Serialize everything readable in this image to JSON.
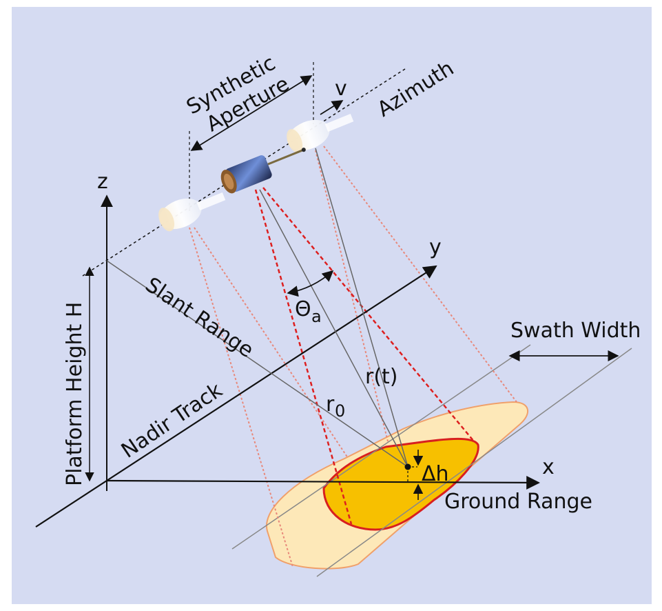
{
  "colors": {
    "background": "#d5dbf2",
    "axis": "#111111",
    "beam_edge": "#e8887a",
    "beam_center": "#dd1f1f",
    "outer_footprint": "#fde8b8",
    "outer_footprint_edge": "#f0a06a",
    "inner_footprint": "#f7c000",
    "inner_footprint_edge": "#d81f1f",
    "slant_line": "#666666"
  },
  "labels": {
    "synthetic": "Synthetic",
    "aperture": "Aperture",
    "velocity": "v",
    "azimuth": "Azimuth",
    "z_axis": "z",
    "y_axis": "y",
    "x_axis": "x",
    "platform_height": "Platform Height H",
    "slant_range": "Slant Range",
    "theta": "Θ",
    "theta_sub": "a",
    "swath_width": "Swath Width",
    "r_t": "r(t)",
    "r0": "r",
    "r0_sub": "0",
    "nadir_track": "Nadir Track",
    "delta_h": "Δh",
    "ground_range": "Ground Range"
  },
  "icons": {
    "satellite_center": "satellite-icon",
    "satellite_left_ghost": "satellite-ghost-icon",
    "satellite_right_ghost": "satellite-ghost-icon"
  }
}
